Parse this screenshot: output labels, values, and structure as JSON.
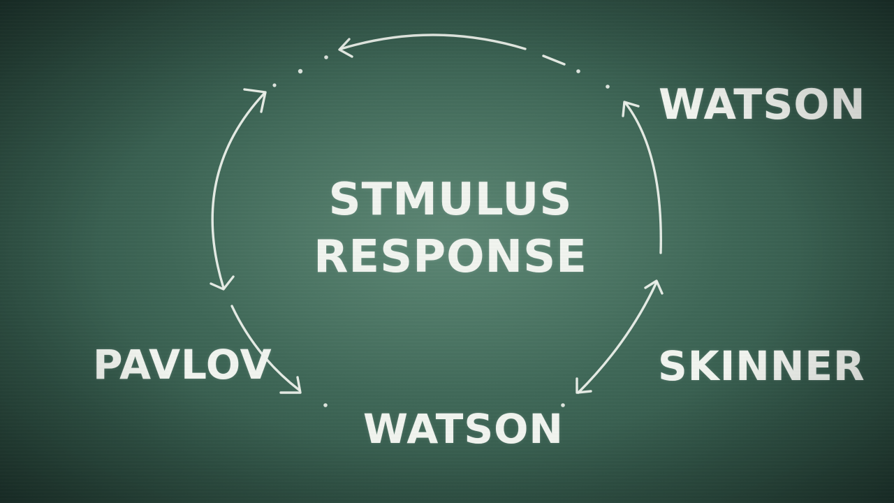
{
  "center": {
    "line1": "STMULUS",
    "line2": "RESPONSE"
  },
  "labels": {
    "watson_top": "WATSON",
    "skinner": "SKINNER",
    "pavlov": "PAVLOV",
    "watson_bottom": "WATSON"
  },
  "colors": {
    "chalk": "#eef2ec",
    "board": "#3d6555"
  }
}
